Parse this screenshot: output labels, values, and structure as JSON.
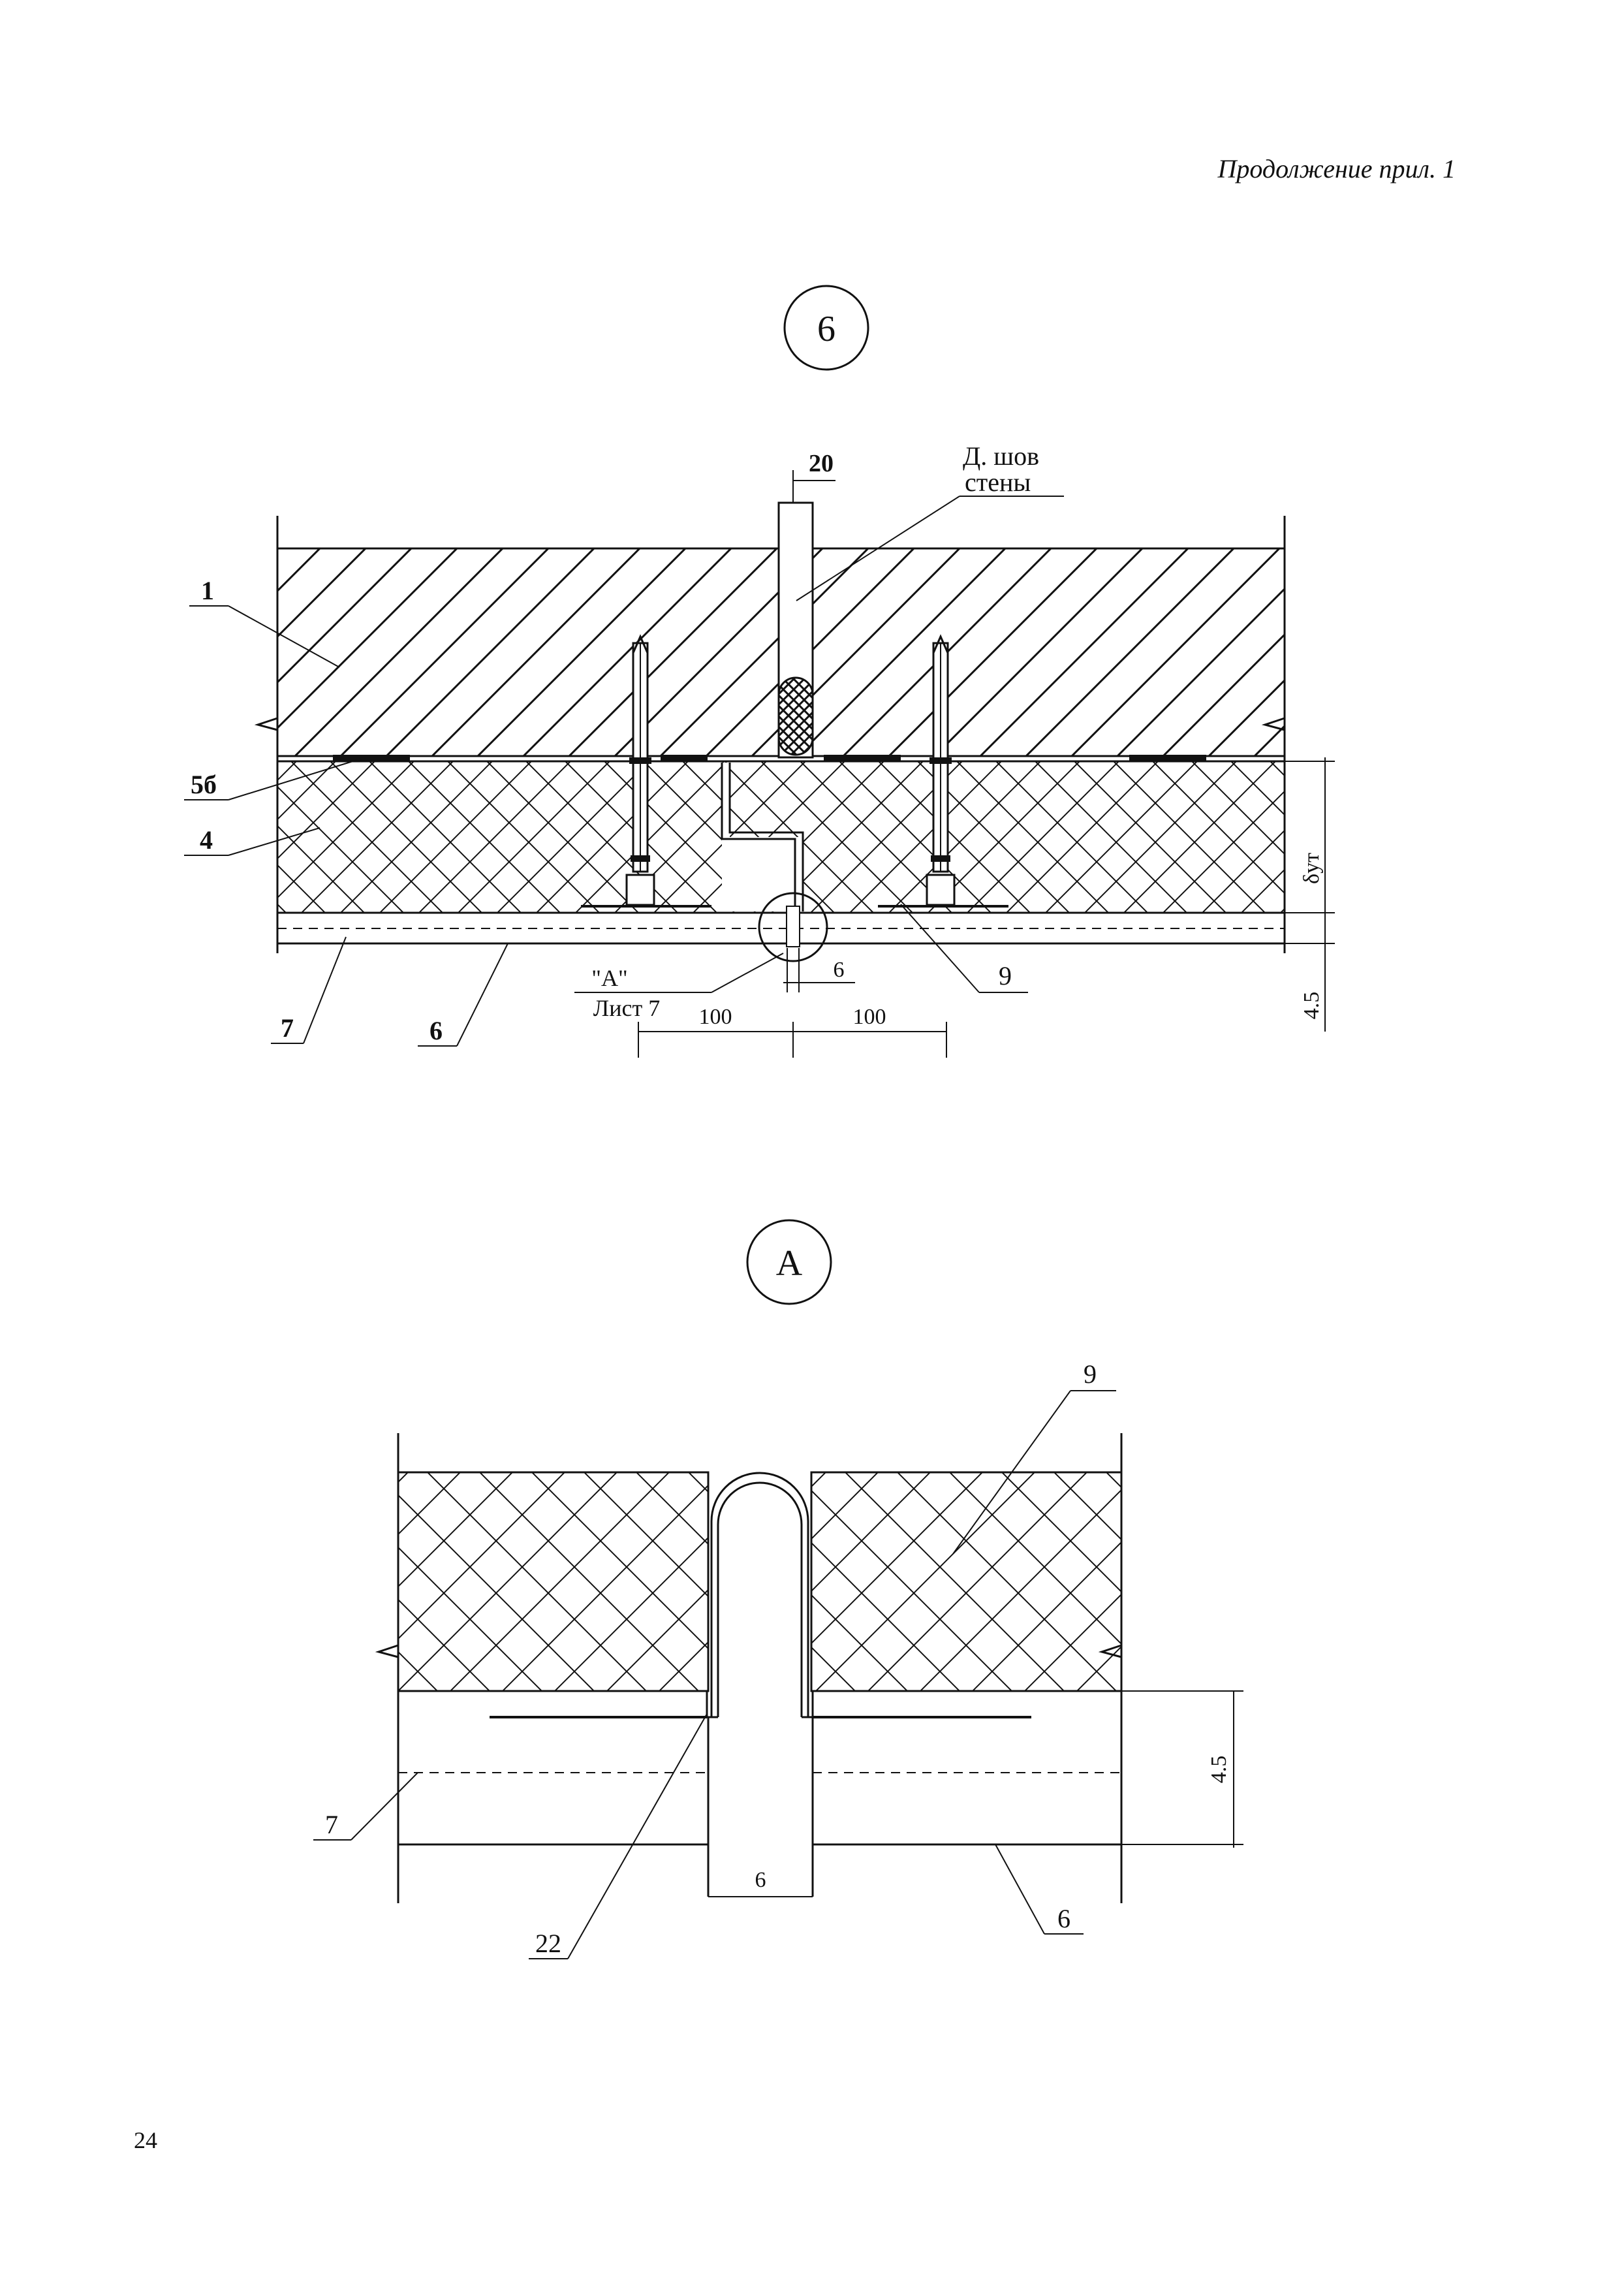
{
  "header": {
    "continuation": "Продолжение прил. 1"
  },
  "page_number": "24",
  "detail_6": {
    "marker": "6",
    "labels": {
      "item_1": "1",
      "item_5b": "5б",
      "item_4": "4",
      "item_7": "7",
      "item_6": "6",
      "item_9": "9",
      "joint_width": "20",
      "joint_line1": "Д. шов",
      "joint_line2": "стены",
      "callout_a": "\"А\"",
      "sheet_ref": "Лист 7"
    },
    "dimensions": {
      "gap": "6",
      "left_span": "100",
      "right_span": "100",
      "render_thickness": "4.5",
      "insulation_thickness": "δут"
    }
  },
  "detail_a": {
    "marker": "А",
    "labels": {
      "item_9": "9",
      "item_7": "7",
      "item_22": "22",
      "item_6": "6"
    },
    "dimensions": {
      "gap": "6",
      "render_thickness": "4.5"
    }
  },
  "colors": {
    "ink": "#111111",
    "paper": "#ffffff"
  }
}
